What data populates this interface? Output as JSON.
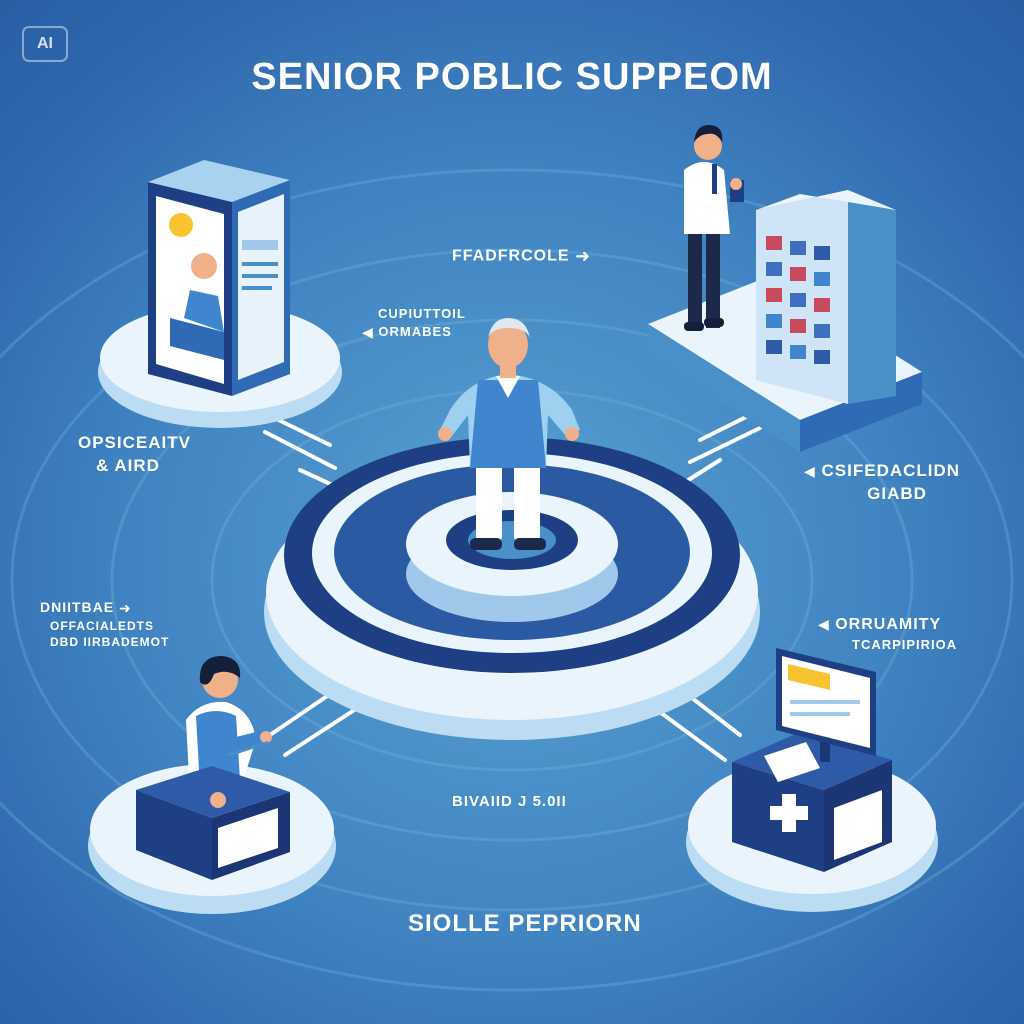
{
  "badge": "AI",
  "title": "SENIOR POBLIC SUPPEOM",
  "colors": {
    "background": "#3f82c0",
    "platform": "#e6f1fb",
    "dark_navy": "#1f3f85",
    "accent_blue": "#4a90c8",
    "light_blue": "#9fc8ea"
  },
  "icons": {
    "center": "senior-person",
    "top_left": "profile-card-kiosk",
    "top_right": "staff-with-info-board",
    "bottom_left": "person-at-desk",
    "bottom_right": "medical-box-with-monitor",
    "arrows": "arrow-icon"
  },
  "labels": {
    "top_center": "FFADFRCOLE",
    "mid_center_line1": "CUPIUTTOIL",
    "mid_center_line2": "ORMABES",
    "left_upper_line1": "OPSICEAITV",
    "left_upper_line2": "& AIRD",
    "right_upper_line1": "CSIFEDACLIDN",
    "right_upper_line2": "GIABD",
    "left_lower_line1": "DNIITBAE",
    "left_lower_line2": "OFFACIALEDTS",
    "left_lower_line3": "DBD IIRBADEMOT",
    "right_lower_line1": "ORRUAMITY",
    "right_lower_line2": "TCARPIPIRIOA",
    "bottom_center": "BIVAIID J 5.0II",
    "footer": "SIOLLE PEPRIORN"
  }
}
